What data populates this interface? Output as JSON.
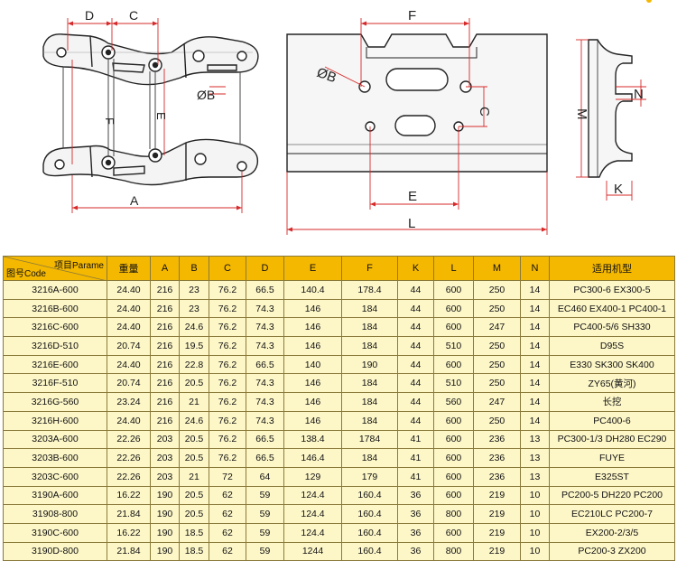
{
  "drawing_labels": {
    "D": "D",
    "C": "C",
    "F": "F",
    "E": "E",
    "B": "ØB",
    "A": "A",
    "F2": "F",
    "B2": "ØB",
    "C2": "C",
    "E2": "E",
    "L": "L",
    "M": "M",
    "N": "N",
    "K": "K"
  },
  "table": {
    "corner_top": "项目Parame",
    "corner_bottom": "图号Code",
    "headers": [
      "重量",
      "A",
      "B",
      "C",
      "D",
      "E",
      "F",
      "K",
      "L",
      "M",
      "N",
      "适用机型"
    ],
    "rows": [
      [
        "3216A-600",
        "24.40",
        "216",
        "23",
        "76.2",
        "66.5",
        "140.4",
        "178.4",
        "44",
        "600",
        "250",
        "14",
        "PC300-6 EX300-5"
      ],
      [
        "3216B-600",
        "24.40",
        "216",
        "23",
        "76.2",
        "74.3",
        "146",
        "184",
        "44",
        "600",
        "250",
        "14",
        "EC460 EX400-1 PC400-1"
      ],
      [
        "3216C-600",
        "24.40",
        "216",
        "24.6",
        "76.2",
        "74.3",
        "146",
        "184",
        "44",
        "600",
        "247",
        "14",
        "PC400-5/6 SH330"
      ],
      [
        "3216D-510",
        "20.74",
        "216",
        "19.5",
        "76.2",
        "74.3",
        "146",
        "184",
        "44",
        "510",
        "250",
        "14",
        "D95S"
      ],
      [
        "3216E-600",
        "24.40",
        "216",
        "22.8",
        "76.2",
        "66.5",
        "140",
        "190",
        "44",
        "600",
        "250",
        "14",
        "E330 SK300 SK400"
      ],
      [
        "3216F-510",
        "20.74",
        "216",
        "20.5",
        "76.2",
        "74.3",
        "146",
        "184",
        "44",
        "510",
        "250",
        "14",
        "ZY65(黄河)"
      ],
      [
        "3216G-560",
        "23.24",
        "216",
        "21",
        "76.2",
        "74.3",
        "146",
        "184",
        "44",
        "560",
        "247",
        "14",
        "长挖"
      ],
      [
        "3216H-600",
        "24.40",
        "216",
        "24.6",
        "76.2",
        "74.3",
        "146",
        "184",
        "44",
        "600",
        "250",
        "14",
        "PC400-6"
      ],
      [
        "3203A-600",
        "22.26",
        "203",
        "20.5",
        "76.2",
        "66.5",
        "138.4",
        "1784",
        "41",
        "600",
        "236",
        "13",
        "PC300-1/3 DH280 EC290"
      ],
      [
        "3203B-600",
        "22.26",
        "203",
        "20.5",
        "76.2",
        "66.5",
        "146.4",
        "184",
        "41",
        "600",
        "236",
        "13",
        "FUYE"
      ],
      [
        "3203C-600",
        "22.26",
        "203",
        "21",
        "72",
        "64",
        "129",
        "179",
        "41",
        "600",
        "236",
        "13",
        "E325ST"
      ],
      [
        "3190A-600",
        "16.22",
        "190",
        "20.5",
        "62",
        "59",
        "124.4",
        "160.4",
        "36",
        "600",
        "219",
        "10",
        "PC200-5 DH220 PC200"
      ],
      [
        "31908-800",
        "21.84",
        "190",
        "20.5",
        "62",
        "59",
        "124.4",
        "160.4",
        "36",
        "800",
        "219",
        "10",
        "EC210LC PC200-7"
      ],
      [
        "3190C-600",
        "16.22",
        "190",
        "18.5",
        "62",
        "59",
        "124.4",
        "160.4",
        "36",
        "600",
        "219",
        "10",
        "EX200-2/3/5"
      ],
      [
        "3190D-800",
        "21.84",
        "190",
        "18.5",
        "62",
        "59",
        "1244",
        "160.4",
        "36",
        "800",
        "219",
        "10",
        "PC200-3 ZX200"
      ]
    ]
  }
}
